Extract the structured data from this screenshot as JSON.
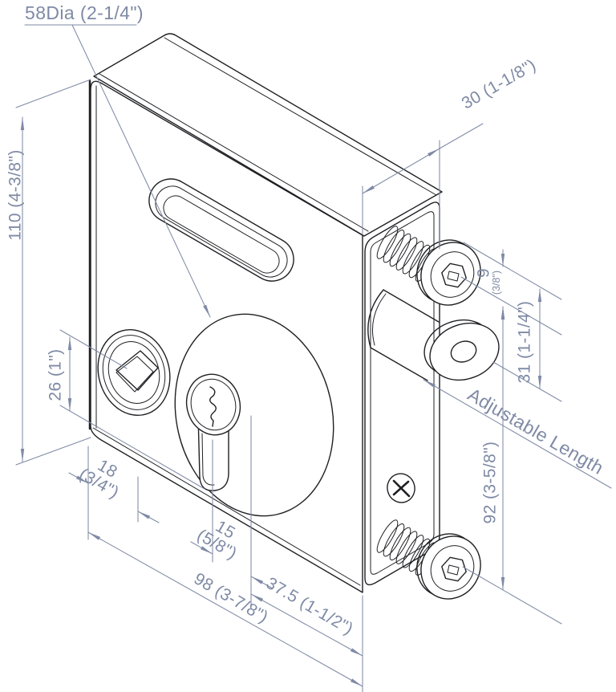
{
  "labels": {
    "dia_callout": "58Dia (2-1/4\")",
    "height": "110 (4-3/8\")",
    "depth": "30  (1-1/8\")",
    "bolt_offset_value": "9",
    "bolt_offset_fraction": "(3/8\")",
    "bolt_length": "31 (1-1/4\")",
    "adjustable_length": "Adjustable Length",
    "bolt_spacing": "92 (3-5/8\")",
    "spindle_cylinder_offset": "26 (1\")",
    "edge_offset_value": "18",
    "edge_offset_fraction": "(3/4\")",
    "cylinder_offset_value": "15",
    "cylinder_offset_fraction": "(5/8\")",
    "cylinder_to_edge": "37.5 (1-1/2\")",
    "width": "98 (3-7/8\")"
  },
  "colors": {
    "dimension": "#7f8aa5",
    "part_line": "#1f2023",
    "background": "#ffffff"
  }
}
